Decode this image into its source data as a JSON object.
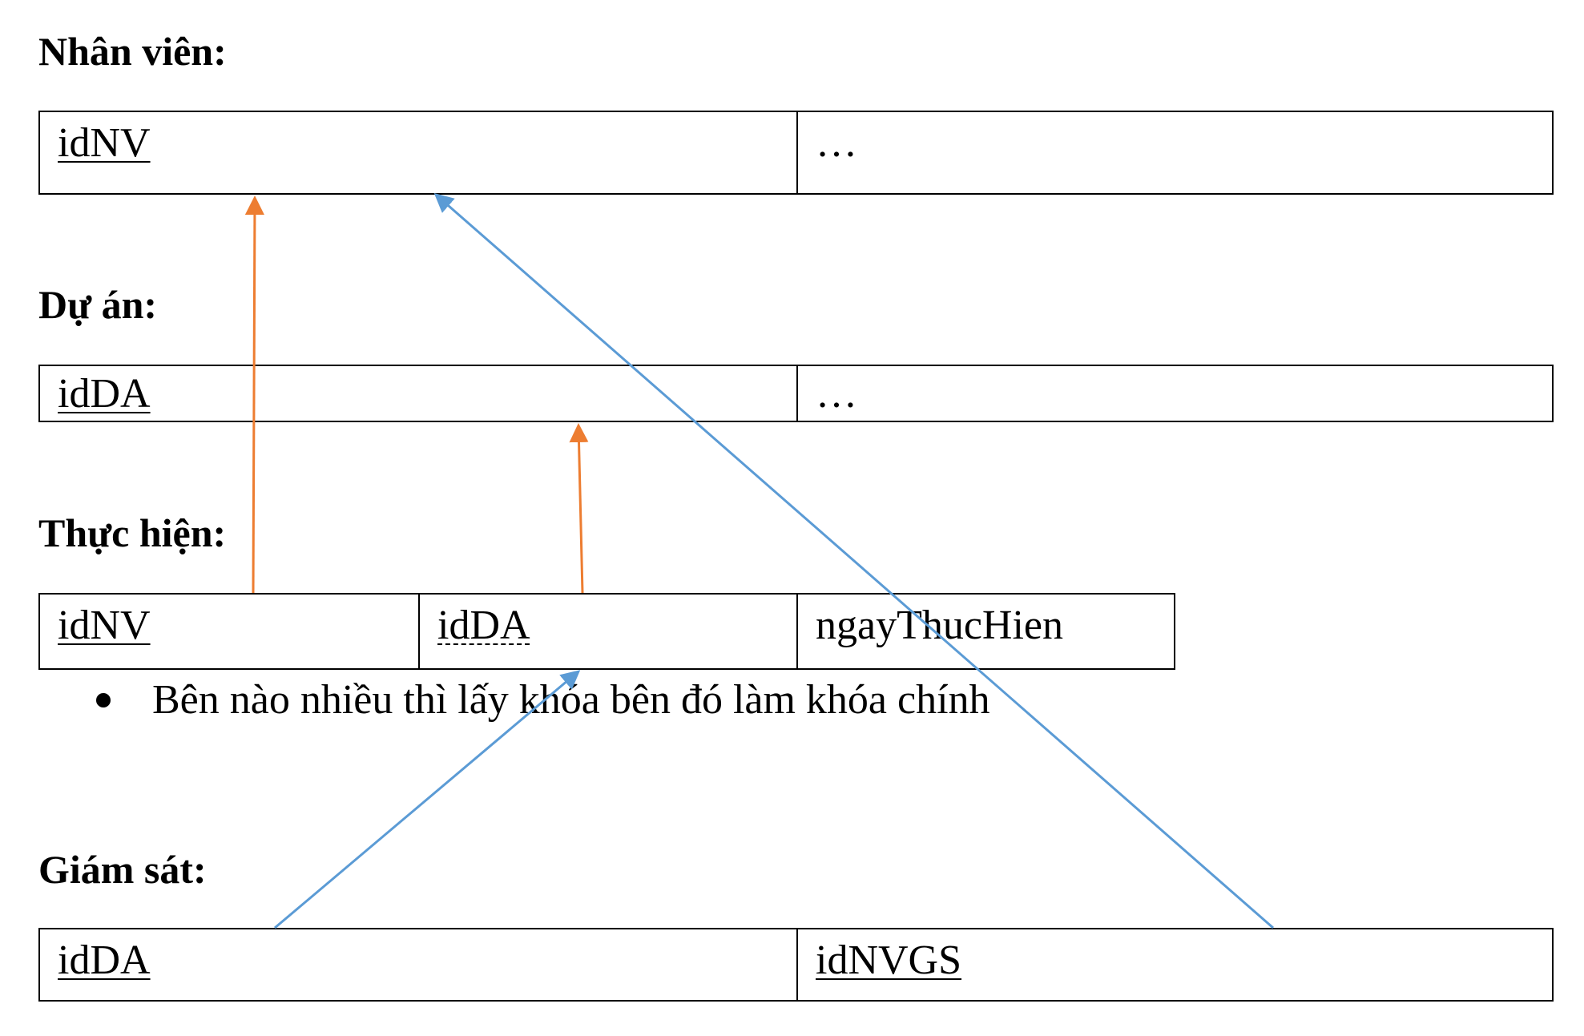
{
  "colors": {
    "fk_arrow_orange": "#ed7d31",
    "fk_arrow_blue": "#5b9bd5",
    "border": "#000000"
  },
  "sections": {
    "nhanvien": {
      "title": "Nhân viên:",
      "cells": [
        "idNV",
        "…"
      ]
    },
    "duan": {
      "title": "Dự án:",
      "cells": [
        "idDA",
        "…"
      ]
    },
    "thuchien": {
      "title": "Thực hiện:",
      "cells": [
        "idNV",
        "idDA",
        "ngayThucHien"
      ]
    },
    "giamsat": {
      "title": "Giám sát:",
      "cells": [
        "idDA",
        "idNVGS"
      ]
    }
  },
  "note": "Bên nào nhiều thì lấy khóa bên đó làm khóa chính"
}
